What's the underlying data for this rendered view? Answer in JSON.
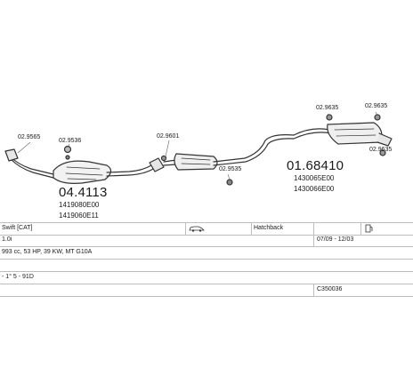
{
  "parts": {
    "left_clamp_a": "02.9565",
    "left_clamp_b": "02.9536",
    "left_number": "04.4113",
    "left_oe_1": "1419080E00",
    "left_oe_2": "1419060E11",
    "mid_clamp_a": "02.9601",
    "mid_clamp_b": "02.9535",
    "right_clamp_a": "02.9635",
    "right_clamp_b": "02.9635",
    "right_clamp_c": "02.9635",
    "right_number": "01.68410",
    "right_oe_1": "1430065E00",
    "right_oe_2": "1430066E00"
  },
  "info": {
    "model": "Swift [CAT]",
    "body_type": "Hatchback",
    "engine": "1.0i",
    "period": "07/09 - 12/03",
    "spec": "993 cc, 53 HP, 39 KW, MT G10A",
    "ref": "- 1° 5 - 91D",
    "catalog": "C350036"
  },
  "icons": [
    "car-icon",
    "fuel-pump-icon"
  ]
}
